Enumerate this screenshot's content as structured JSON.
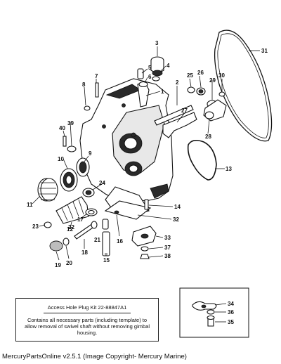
{
  "callouts": [
    "1",
    "2",
    "3",
    "4",
    "5",
    "6",
    "7",
    "8",
    "9",
    "10",
    "11",
    "12",
    "13",
    "14",
    "15",
    "16",
    "17",
    "18",
    "19",
    "20",
    "21",
    "22",
    "23",
    "24",
    "25",
    "26",
    "27",
    "28",
    "29",
    "30",
    "31",
    "32",
    "33",
    "34",
    "35",
    "36",
    "37",
    "38",
    "39",
    "40"
  ],
  "access_kit": {
    "title": "Access Hole Plug Kit 22-88847A1",
    "description": "Contains all necessary parts (including template) to allow removal of swivel shaft without removing gimbal housing."
  },
  "footer": "MercuryPartsOnline v2.5.1 (Image Copyright- Mercury Marine)"
}
